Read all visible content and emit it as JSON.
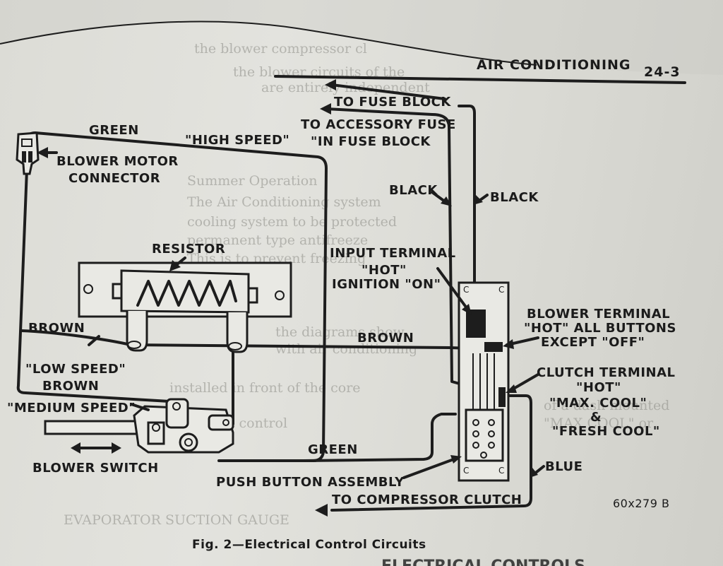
{
  "header": {
    "section": "AIR CONDITIONING",
    "page_number": "24-3"
  },
  "labels": {
    "to_fuse_block": "TO FUSE BLOCK",
    "to_accessory_fuse_1": "TO ACCESSORY FUSE",
    "to_accessory_fuse_2": "\"IN FUSE BLOCK",
    "green_top": "GREEN",
    "high_speed": "\"HIGH SPEED\"",
    "blower_motor_connector_1": "BLOWER MOTOR",
    "blower_motor_connector_2": "CONNECTOR",
    "resistor": "RESISTOR",
    "black_left": "BLACK",
    "black_right": "BLACK",
    "input_terminal_1": "INPUT TERMINAL",
    "input_terminal_2": "\"HOT\"",
    "input_terminal_3": "IGNITION \"ON\"",
    "blower_terminal_1": "BLOWER TERMINAL",
    "blower_terminal_2": "\"HOT\" ALL BUTTONS",
    "blower_terminal_3": "EXCEPT \"OFF\"",
    "brown_left": "BROWN",
    "brown_mid": "BROWN",
    "low_speed": "\"LOW SPEED\"",
    "brown_lower": "BROWN",
    "medium_speed": "\"MEDIUM SPEED\"",
    "clutch_terminal_1": "CLUTCH TERMINAL",
    "clutch_terminal_2": "\"HOT\"",
    "clutch_terminal_3": "\"MAX. COOL\"",
    "clutch_terminal_4": "&",
    "clutch_terminal_5": "\"FRESH COOL\"",
    "green_bottom": "GREEN",
    "blower_switch": "BLOWER SWITCH",
    "push_button_assembly": "PUSH BUTTON ASSEMBLY",
    "blue": "BLUE",
    "to_compressor_clutch": "TO COMPRESSOR CLUTCH",
    "figure_code": "60x279 B"
  },
  "caption": "Fig. 2—Electrical Control Circuits",
  "colors": {
    "paper": "#e0e0da",
    "ink": "#1d1d1d",
    "background": "#3b3f63"
  }
}
